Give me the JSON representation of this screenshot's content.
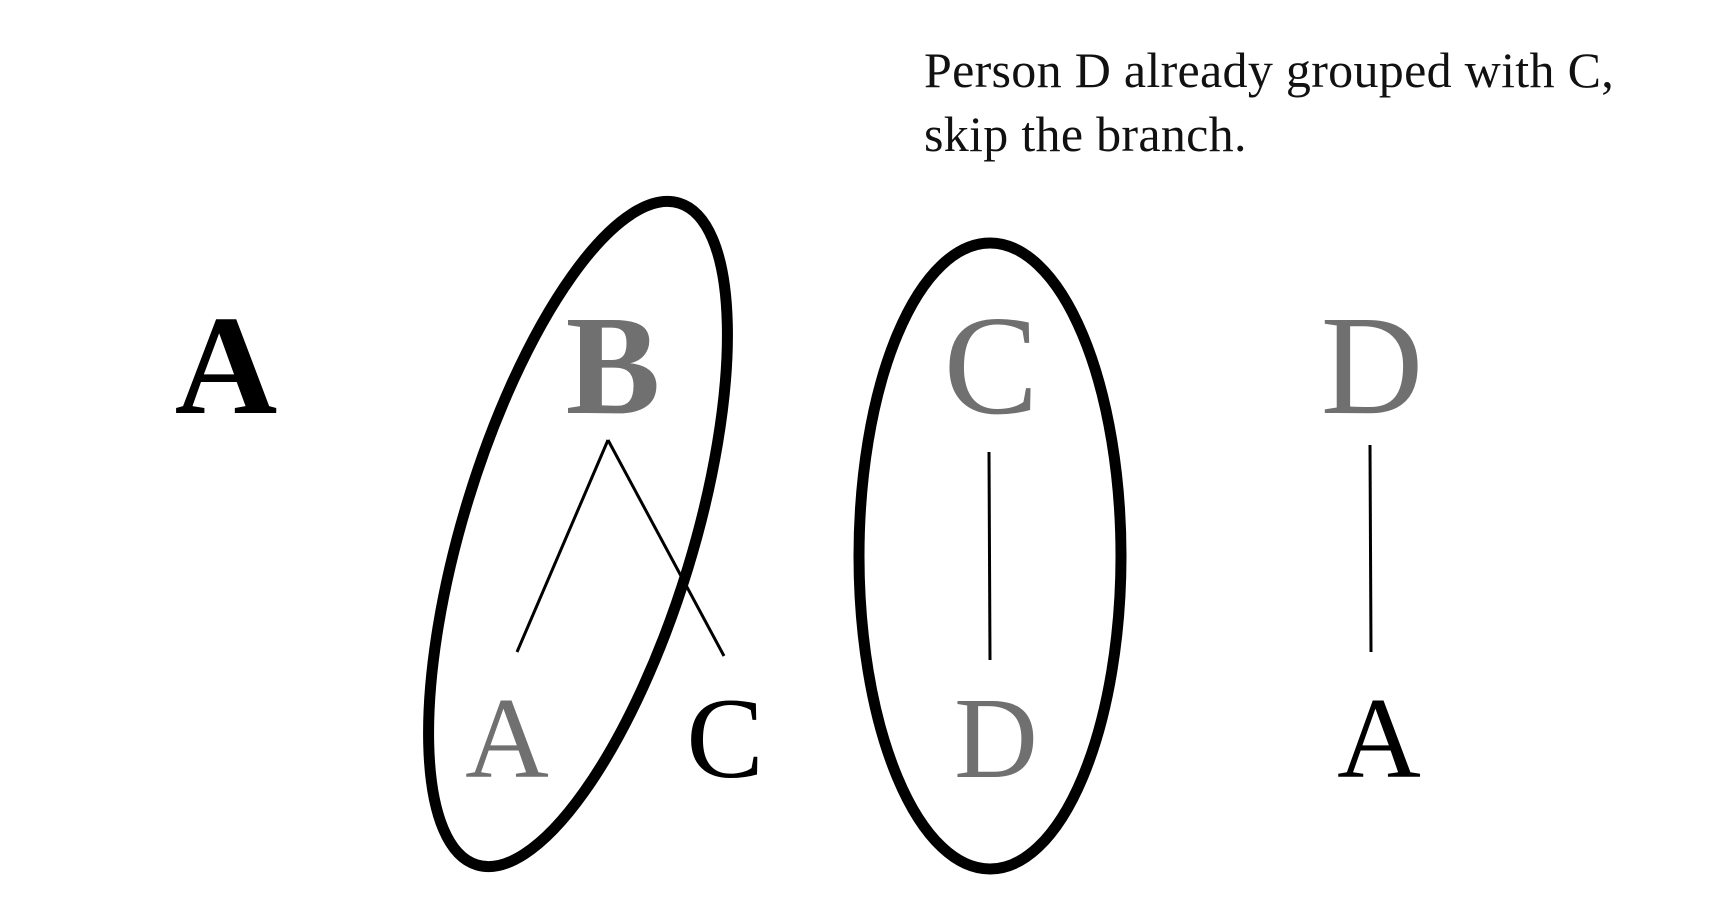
{
  "caption": {
    "line1": "Person D already grouped with C,",
    "line2": "skip the branch."
  },
  "colors": {
    "black": "#000000",
    "gray": "#707070",
    "background": "#ffffff"
  },
  "nodes": {
    "root_a": {
      "label": "A",
      "color": "black"
    },
    "root_b": {
      "label": "B",
      "color": "gray"
    },
    "child_b_a": {
      "label": "A",
      "color": "gray"
    },
    "child_b_c": {
      "label": "C",
      "color": "black"
    },
    "root_c": {
      "label": "C",
      "color": "gray"
    },
    "child_c_d": {
      "label": "D",
      "color": "gray"
    },
    "root_d": {
      "label": "D",
      "color": "gray"
    },
    "child_d_a": {
      "label": "A",
      "color": "black"
    }
  }
}
